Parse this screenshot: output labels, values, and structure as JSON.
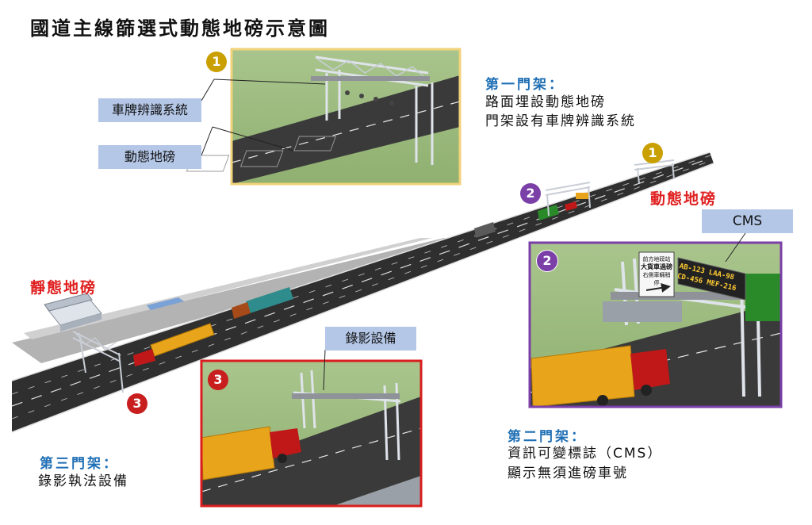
{
  "title": "國道主線篩選式動態地磅示意圖",
  "markers": {
    "one": "1",
    "two": "2",
    "three": "3"
  },
  "labels": {
    "plate_recognition": "車牌辨識系統",
    "dynamic_scale_tag": "動態地磅",
    "dynamic_scale_red": "動態地磅",
    "static_scale_red": "靜態地磅",
    "cms": "CMS",
    "video_equipment": "錄影設備"
  },
  "gantry1": {
    "heading": "第一門架：",
    "line1": "路面埋設動態地磅",
    "line2": "門架設有車牌辨識系統"
  },
  "gantry2": {
    "heading": "第二門架：",
    "line1": "資訊可變標誌（CMS）",
    "line2": "顯示無須進磅車號"
  },
  "gantry3": {
    "heading": "第三門架：",
    "line1": "錄影執法設備"
  },
  "signs": {
    "static_sign_1": "前方地磅站",
    "static_sign_2": "大貨車過磅",
    "static_sign_3": "右側車輛稍停",
    "cms_row1": "AB-123  LAA-98",
    "cms_row2": "CD-456  MEF-216"
  },
  "colors": {
    "marker1": "#c9a000",
    "marker2": "#7b3fa8",
    "marker3": "#c81e1e",
    "inset1_border": "#f2d27a",
    "inset2_border": "#7b3fa8",
    "inset3_border": "#d81e1e",
    "tag_bg": "#b4c7e7",
    "heading": "#1f6fb5",
    "red_label": "#e02020"
  }
}
